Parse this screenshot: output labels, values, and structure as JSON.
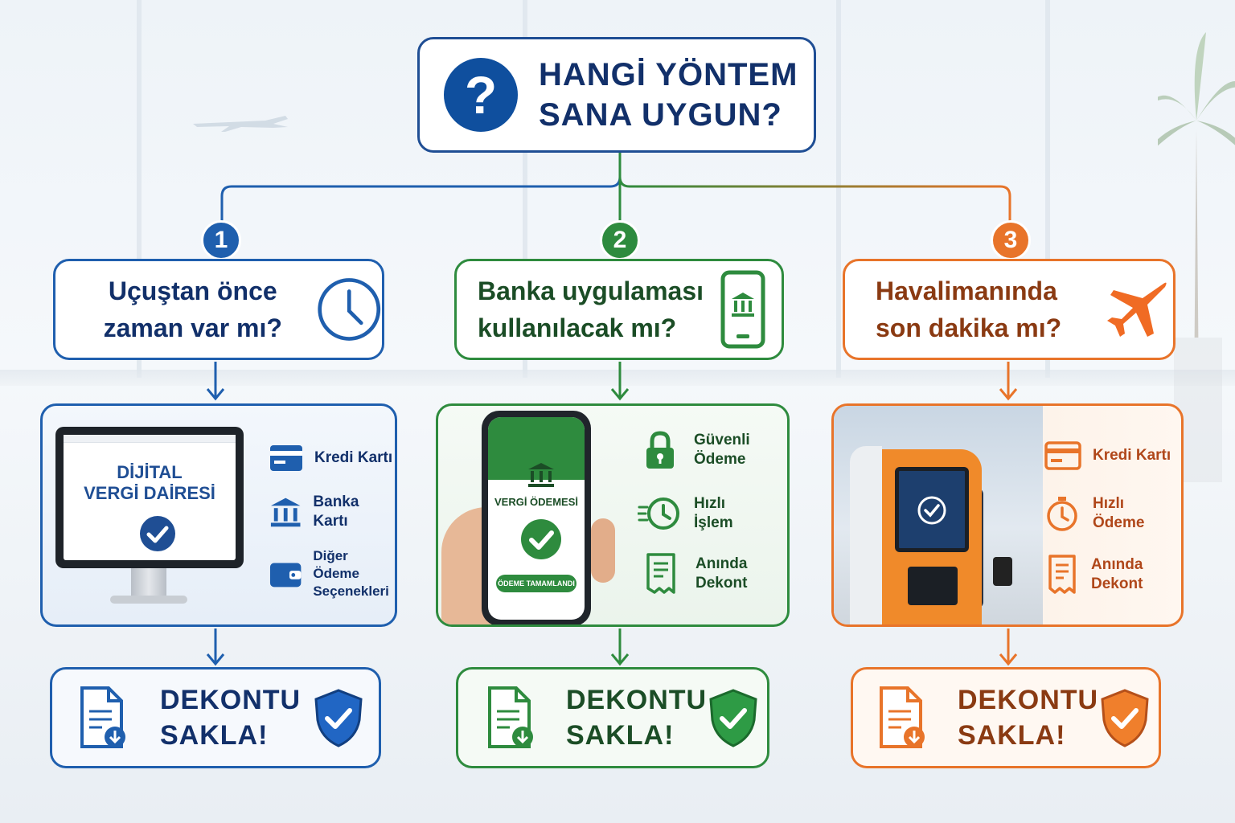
{
  "title": {
    "line1": "HANGİ YÖNTEM",
    "line2": "SANA UYGUN?",
    "icon": "question-icon",
    "icon_glyph": "?"
  },
  "colors": {
    "blue": "#1f5fae",
    "green": "#2e8b3e",
    "orange": "#e8742a",
    "navy": "#12306a"
  },
  "options": [
    {
      "number": "1",
      "question_line1": "Uçuştan önce",
      "question_line2": "zaman var mı?",
      "question_icon": "clock-icon",
      "screen_line1": "DİJİTAL",
      "screen_line2": "VERGİ DAİRESİ",
      "features": [
        {
          "label": "Kredi Kartı",
          "icon": "credit-card-icon"
        },
        {
          "label": "Banka Kartı",
          "icon": "bank-icon"
        },
        {
          "label": "Diğer Ödeme Seçenekleri",
          "line1": "Diğer Ödeme",
          "line2": "Seçenekleri",
          "icon": "wallet-icon"
        }
      ],
      "result_line1": "DEKONTU",
      "result_line2": "SAKLA!"
    },
    {
      "number": "2",
      "question_line1": "Banka uygulaması",
      "question_line2": "kullanılacak mı?",
      "question_icon": "phone-bank-icon",
      "phone_title": "VERGİ ÖDEMESİ",
      "phone_status": "ÖDEME TAMAMLANDI",
      "features": [
        {
          "line1": "Güvenli",
          "line2": "Ödeme",
          "icon": "lock-icon"
        },
        {
          "line1": "Hızlı",
          "line2": "İşlem",
          "icon": "fast-clock-icon"
        },
        {
          "line1": "Anında",
          "line2": "Dekont",
          "icon": "receipt-icon"
        }
      ],
      "result_line1": "DEKONTU",
      "result_line2": "SAKLA!"
    },
    {
      "number": "3",
      "question_line1": "Havalimanında",
      "question_line2": "son dakika mı?",
      "question_icon": "airplane-icon",
      "features": [
        {
          "label": "Kredi Kartı",
          "icon": "credit-card-icon"
        },
        {
          "line1": "Hızlı",
          "line2": "Ödeme",
          "icon": "stopwatch-icon"
        },
        {
          "line1": "Anında",
          "line2": "Dekont",
          "icon": "receipt-icon"
        }
      ],
      "result_line1": "DEKONTU",
      "result_line2": "SAKLA!"
    }
  ]
}
